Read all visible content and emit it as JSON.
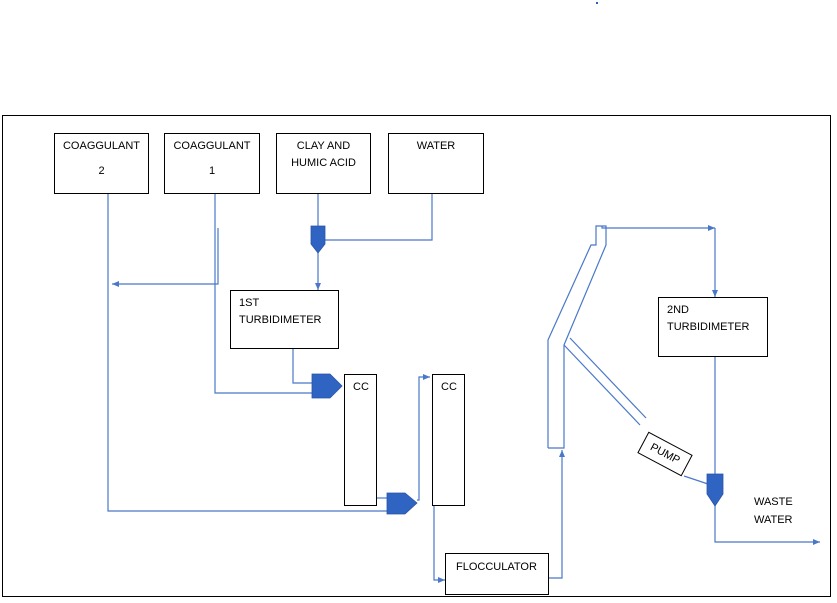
{
  "diagram": {
    "boxes": {
      "coagulant_2": {
        "line1": "COAGGULANT",
        "line2": "2"
      },
      "coagulant_1": {
        "line1": "COAGGULANT",
        "line2": "1"
      },
      "clay_humic": {
        "line1": "CLAY AND",
        "line2": "HUMIC ACID"
      },
      "water": {
        "line1": "WATER"
      },
      "turbidimeter_1": {
        "line1": "1ST",
        "line2": "TURBIDIMETER"
      },
      "cc_1": {
        "label": "CC"
      },
      "cc_2": {
        "label": "CC"
      },
      "flocculator": {
        "label": "FLOCCULATOR"
      },
      "turbidimeter_2": {
        "line1": "2ND",
        "line2": "TURBIDIMETER"
      },
      "pump": {
        "label": "PUMP"
      }
    },
    "outlet_label": {
      "line1": "WASTE",
      "line2": "WATER"
    }
  },
  "colors": {
    "flow_line": "#4a78c8",
    "valve": "#2f64c2",
    "border": "#000000"
  }
}
